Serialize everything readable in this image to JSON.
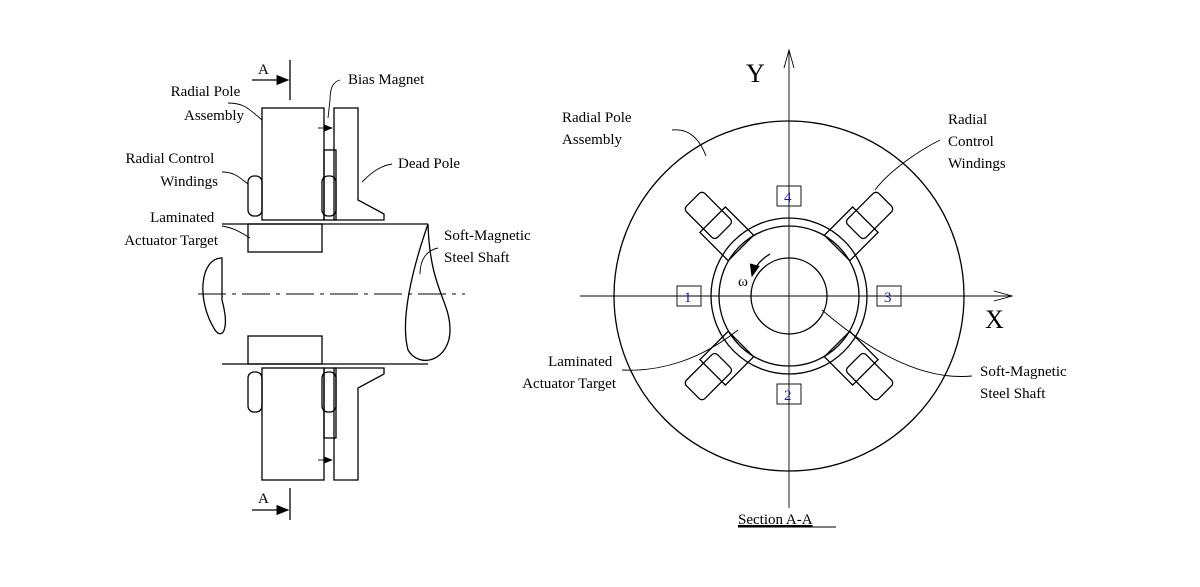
{
  "left_view": {
    "section_marker_top": "A",
    "section_marker_bottom": "A",
    "labels": {
      "bias_magnet": "Bias Magnet",
      "radial_pole_assembly": [
        "Radial Pole",
        "Assembly"
      ],
      "radial_control_windings": [
        "Radial Control",
        "Windings"
      ],
      "dead_pole": "Dead Pole",
      "laminated_actuator_target": [
        "Laminated",
        "Actuator Target"
      ],
      "soft_magnetic_steel_shaft": [
        "Soft-Magnetic",
        "Steel Shaft"
      ]
    }
  },
  "right_view": {
    "axis_y": "Y",
    "axis_x": "X",
    "omega": "ω",
    "pole_numbers": [
      "1",
      "2",
      "3",
      "4"
    ],
    "labels": {
      "radial_pole_assembly": [
        "Radial Pole",
        "Assembly"
      ],
      "radial_control_windings": [
        "Radial",
        "Control",
        "Windings"
      ],
      "laminated_actuator_target": [
        "Laminated",
        "Actuator Target"
      ],
      "soft_magnetic_steel_shaft": [
        "Soft-Magnetic",
        "Steel Shaft"
      ]
    },
    "caption": "Section A-A"
  }
}
